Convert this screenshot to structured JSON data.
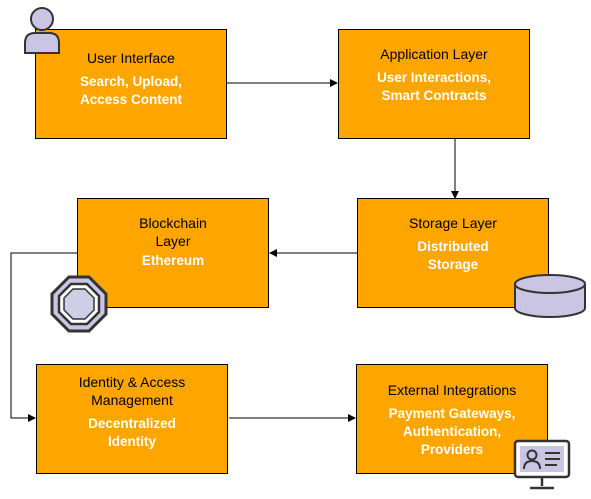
{
  "nodes": {
    "user_interface": {
      "title": [
        "User Interface"
      ],
      "sub": [
        "Search, Upload,",
        "Access Content"
      ]
    },
    "application_layer": {
      "title": [
        "Application Layer"
      ],
      "sub": [
        "User Interactions,",
        "Smart Contracts"
      ]
    },
    "storage_layer": {
      "title": [
        "Storage Layer"
      ],
      "sub": [
        "Distributed",
        "Storage"
      ]
    },
    "blockchain_layer": {
      "title": [
        "Blockchain",
        "Layer"
      ],
      "sub": [
        "Ethereum"
      ]
    },
    "identity_access": {
      "title": [
        "Identity & Access",
        "Management"
      ],
      "sub": [
        "Decentralized",
        "Identity"
      ]
    },
    "external_integrations": {
      "title": [
        "External Integrations"
      ],
      "sub": [
        "Payment Gateways,",
        "Authentication,",
        "Providers"
      ]
    }
  },
  "icons": {
    "user": "user-icon",
    "database": "database-icon",
    "blockchain": "blockchain-icon",
    "id_card": "id-card-icon"
  },
  "colors": {
    "box_fill": "#ffa500",
    "box_subtitle": "#ffffff",
    "icon_fill": "#c9c5e3",
    "icon_stroke": "#333333"
  }
}
